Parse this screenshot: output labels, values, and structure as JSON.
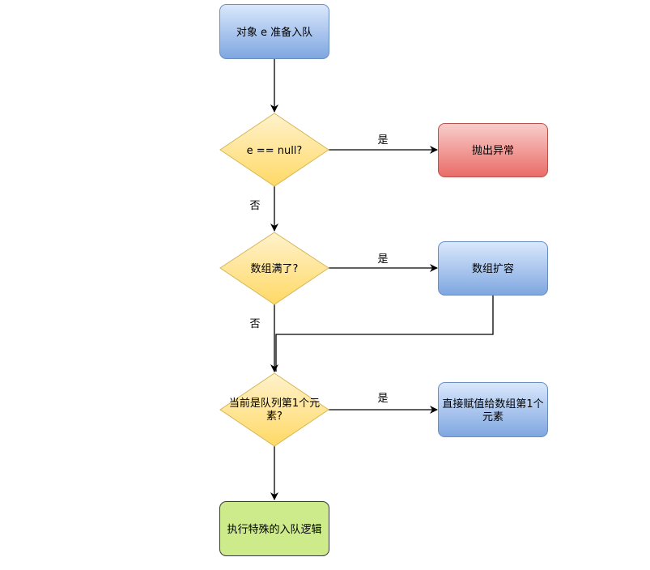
{
  "nodes": {
    "start": {
      "label": "对象 e 准备入队",
      "shape": "rounded-rect",
      "color": "blue"
    },
    "check_null": {
      "label": "e == null?",
      "shape": "diamond",
      "color": "yellow"
    },
    "throw": {
      "label": "抛出异常",
      "shape": "rounded-rect",
      "color": "red"
    },
    "check_full": {
      "label": "数组满了?",
      "shape": "diamond",
      "color": "yellow"
    },
    "expand": {
      "label": "数组扩容",
      "shape": "rounded-rect",
      "color": "blue"
    },
    "check_first": {
      "label_line1": "当前是队列第1个元",
      "label_line2": "素?",
      "shape": "diamond",
      "color": "yellow"
    },
    "assign": {
      "label_line1": "直接赋值给数组第1个",
      "label_line2": "元素",
      "shape": "rounded-rect",
      "color": "blue"
    },
    "special": {
      "label": "执行特殊的入队逻辑",
      "shape": "rounded-rect",
      "color": "green"
    }
  },
  "edges": {
    "null_yes": "是",
    "null_no": "否",
    "full_yes": "是",
    "full_no": "否",
    "first_yes": "是"
  },
  "colors": {
    "blue_top": "#dae8fc",
    "blue_bottom": "#7ea6e0",
    "blue_stroke": "#6c8ebf",
    "yellow_top": "#fff2cc",
    "yellow_bottom": "#ffd966",
    "yellow_stroke": "#d6b656",
    "red_top": "#f8cecc",
    "red_bottom": "#ea6b66",
    "red_stroke": "#b85450",
    "green_fill": "#cdeb8b",
    "green_stroke": "#36393d",
    "edge": "#000000"
  }
}
